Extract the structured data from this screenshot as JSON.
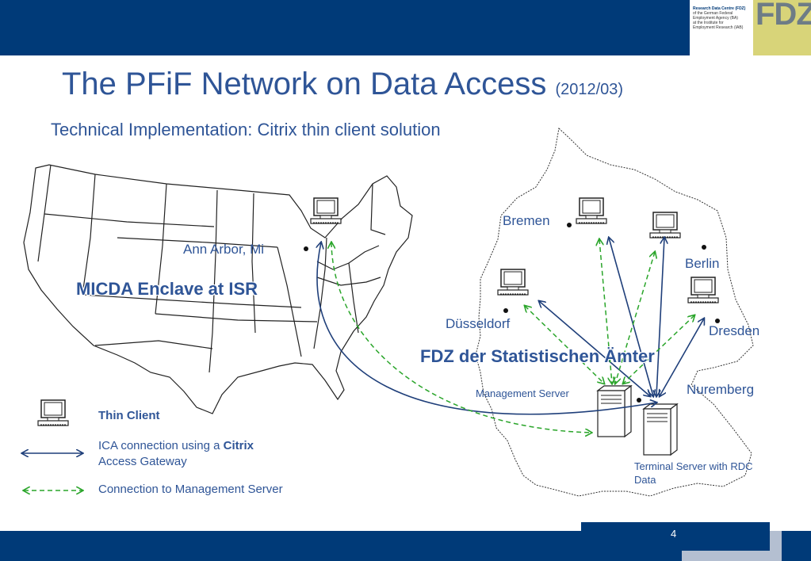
{
  "header": {
    "title": "The PFiF Network on Data Access",
    "title_date": "(2012/03)",
    "subtitle": "Technical Implementation: Citrix thin client solution",
    "bar_color": "#003a78"
  },
  "logo": {
    "mark": "FDZ",
    "line1": "Research Data Centre (FDZ)",
    "line2": "of the German Federal",
    "line3": "Employment Agency (BA)",
    "line4": "at the Institute for",
    "line5": "Employment Research (IAB)"
  },
  "us": {
    "site_label": "Ann Arbor, Mi",
    "enclave_label": "MICDA Enclave at ISR"
  },
  "germany": {
    "cities": [
      "Bremen",
      "Berlin",
      "Düsseldorf",
      "Dresden",
      "Nuremberg"
    ],
    "group_label": "FDZ der Statistischen Ämter",
    "management_server": "Management Server",
    "terminal_server_line1": "Terminal Server with RDC",
    "terminal_server_line2": "Data"
  },
  "legend": {
    "thin_client": "Thin Client",
    "ica_prefix": "ICA connection using a ",
    "ica_bold": "Citrix",
    "ica_suffix": "Access Gateway",
    "mgmt_connection": "Connection to Management Server"
  },
  "colors": {
    "ica_line": "#1f3f7a",
    "mgmt_line": "#2aa52a",
    "text": "#2f5597"
  },
  "footer": {
    "page_number": "4"
  }
}
